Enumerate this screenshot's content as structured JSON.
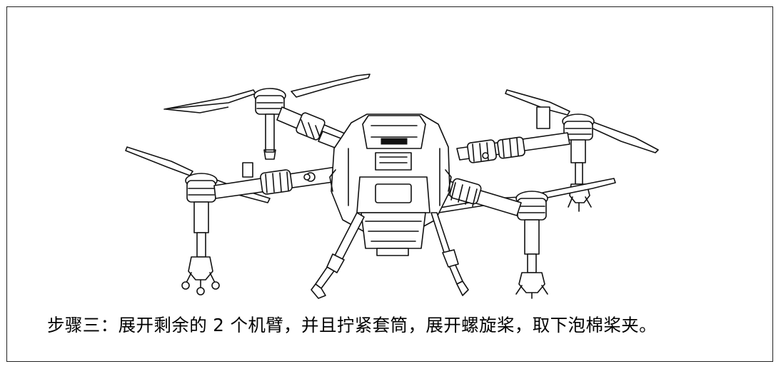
{
  "document": {
    "caption": "步骤三：展开剩余的 2 个机臂，并且拧紧套筒，展开螺旋桨，取下泡棉桨夹。"
  },
  "figure": {
    "subject": "agricultural-spray-drone",
    "view": "front-three-quarter line drawing"
  }
}
